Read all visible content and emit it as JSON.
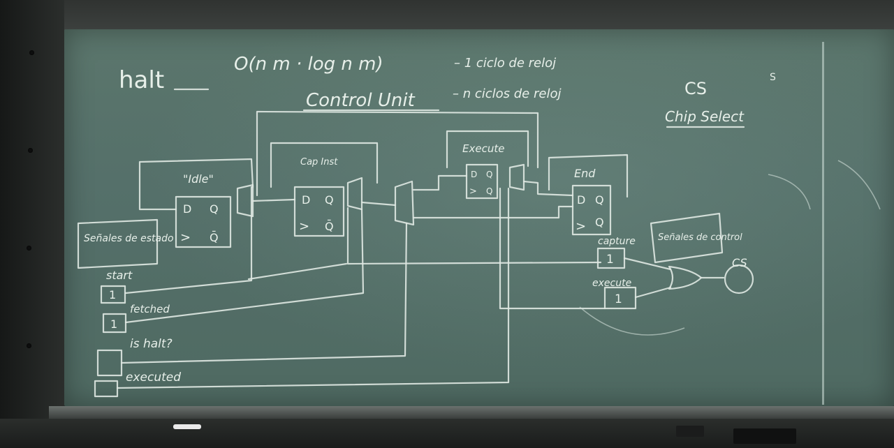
{
  "board": {
    "halt": "halt",
    "complexity": "O(n m · log n m)",
    "one_cycle": "– 1 ciclo de reloj",
    "control_unit": "Control Unit",
    "n_cycles": "– n ciclos de reloj",
    "cs": "CS",
    "chip_select": "Chip Select",
    "idle": "\"Idle\"",
    "cap_inst": "Cap Inst",
    "execute_box": "Execute",
    "end": "End",
    "dff": {
      "d": "D",
      "q": "Q",
      "qbar": "Q̄",
      "clk": ">"
    },
    "senales_estado": "Señales de estado",
    "senales_control": "Señales de control",
    "start": "start",
    "fetched": "fetched",
    "is_halt": "is halt?",
    "executed": "executed",
    "capture": "capture",
    "execute_sig": "execute",
    "one": "1",
    "cs_out": "CS",
    "misc_s": "S"
  },
  "colors": {
    "chalk": "#e7efe9",
    "board": "#55706a",
    "frame": "#2a2d2b"
  }
}
